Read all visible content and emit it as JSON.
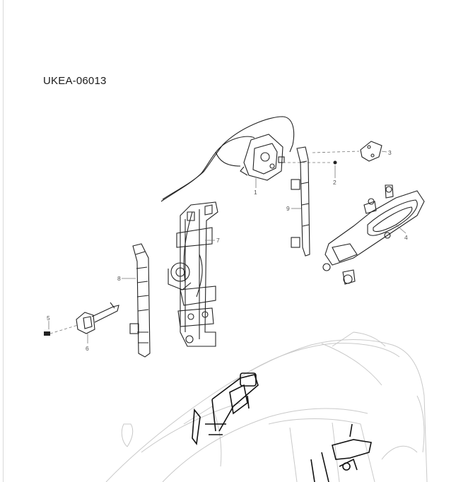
{
  "diagram": {
    "code": "UKEA-06013",
    "callouts": [
      "1",
      "2",
      "3",
      "4",
      "5",
      "6",
      "7",
      "8",
      "9"
    ]
  },
  "colors": {
    "line": "#222222",
    "leader": "#777777",
    "ghost": "#c9c9c9",
    "highlight": "#111111"
  }
}
